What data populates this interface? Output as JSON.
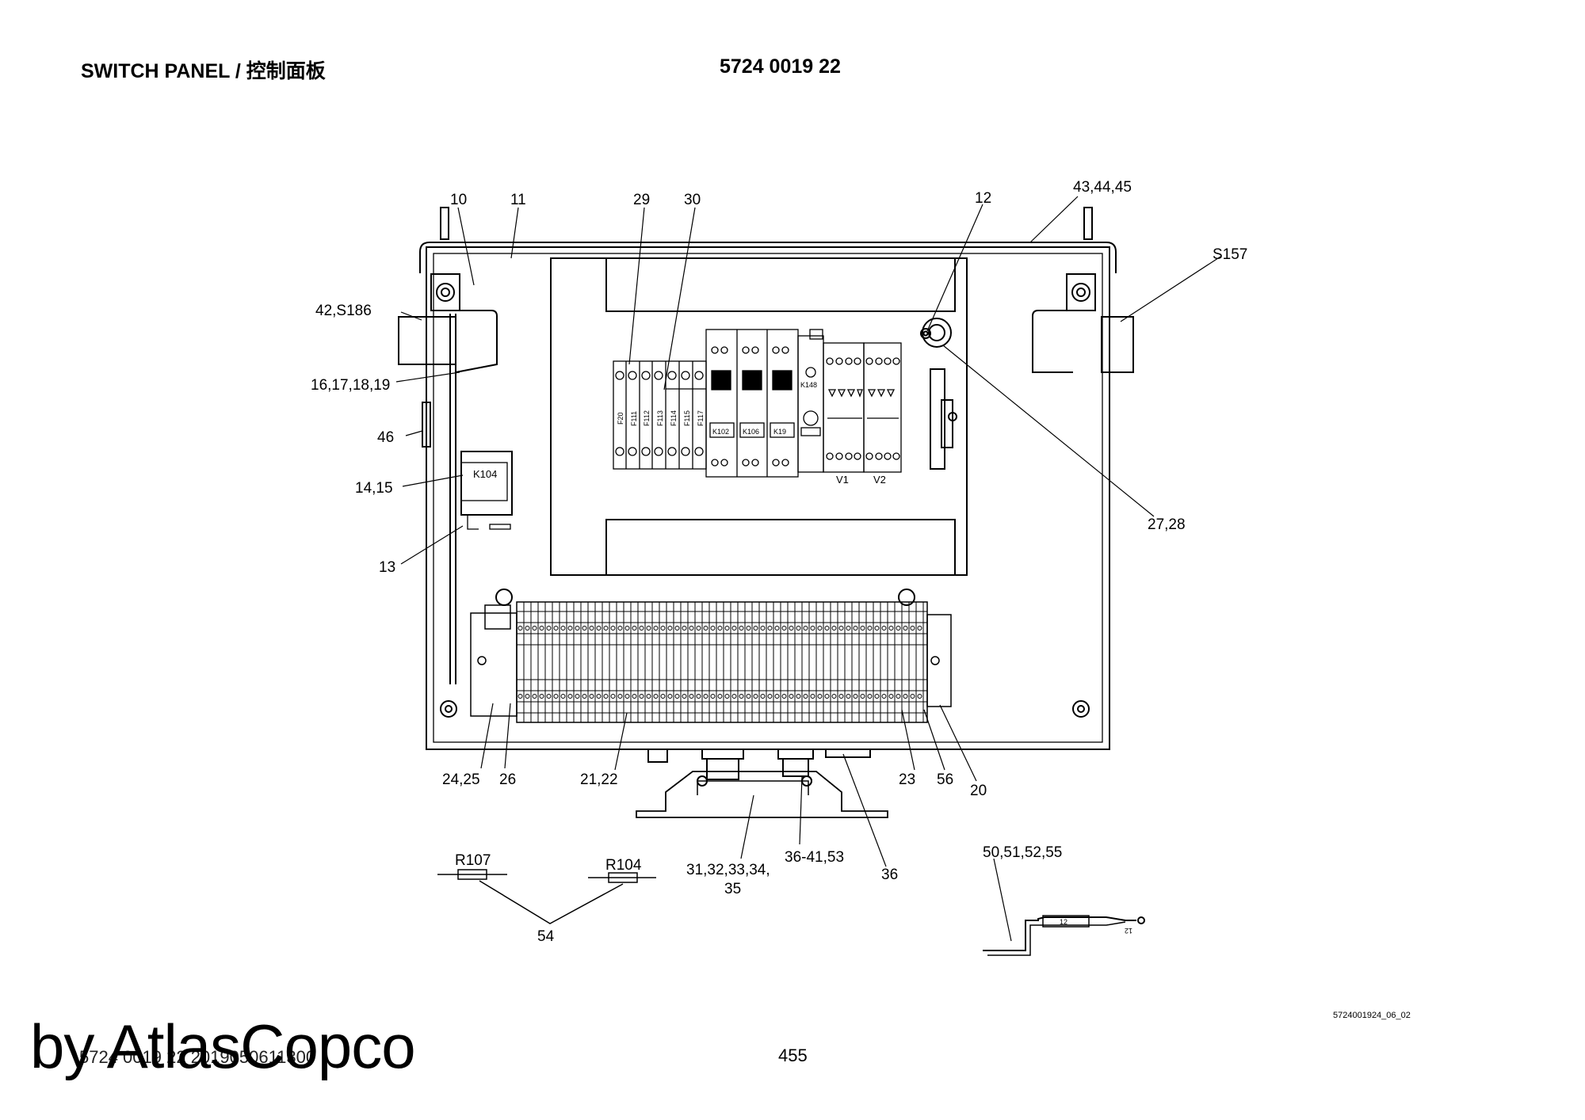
{
  "header": {
    "title": "SWITCH PANEL / 控制面板",
    "doc_number": "5724 0019 22"
  },
  "callouts": {
    "c10": "10",
    "c11": "11",
    "c29": "29",
    "c30": "30",
    "c12": "12",
    "c43": "43,44,45",
    "cS157": "S157",
    "c42": "42,S186",
    "c16": "16,17,18,19",
    "c46": "46",
    "c14": "14,15",
    "c13": "13",
    "c27": "27,28",
    "c24": "24,25",
    "c26": "26",
    "c21": "21,22",
    "c23": "23",
    "c56": "56",
    "c20": "20",
    "c31a": "31,32,33,34,",
    "c31b": "35",
    "c36a": "36-41,53",
    "c36": "36",
    "c50": "50,51,52,55",
    "c54": "54"
  },
  "components": {
    "k104": "K104",
    "k102": "K102",
    "k106": "K106",
    "k19": "K19",
    "k148": "K148",
    "v1": "V1",
    "v2": "V2",
    "r107": "R107",
    "r104": "R104",
    "l12": "12",
    "t12": "12",
    "fuses": [
      "F20",
      "F111",
      "F112",
      "F113",
      "F114",
      "F115",
      "F117"
    ]
  },
  "footer": {
    "drawing_ref": "5724001924_06_02",
    "page_number": "455",
    "doc_stamp": "5724 0019 22 2019050611300",
    "watermark": "by AtlasCopco"
  }
}
